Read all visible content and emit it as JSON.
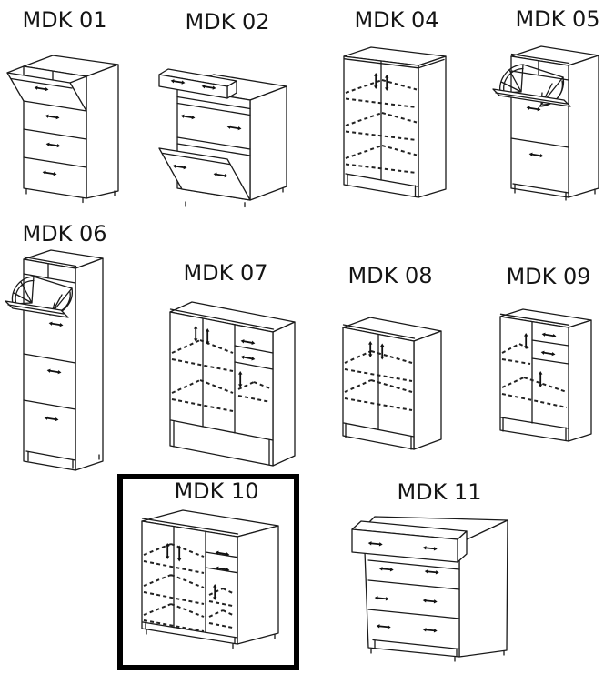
{
  "page": {
    "background_color": "#ffffff",
    "line_color": "#1a1a1a",
    "highlight_border_color": "#000000"
  },
  "selection": {
    "selected_item": "MDK 10"
  },
  "items": [
    {
      "label": "MDK 01",
      "highlighted": false
    },
    {
      "label": "MDK 02",
      "highlighted": false
    },
    {
      "label": "MDK 04",
      "highlighted": false
    },
    {
      "label": "MDK 05",
      "highlighted": false
    },
    {
      "label": "MDK 06",
      "highlighted": false
    },
    {
      "label": "MDK 07",
      "highlighted": false
    },
    {
      "label": "MDK 08",
      "highlighted": false
    },
    {
      "label": "MDK 09",
      "highlighted": false
    },
    {
      "label": "MDK 10",
      "highlighted": true
    },
    {
      "label": "MDK 11",
      "highlighted": false
    }
  ]
}
